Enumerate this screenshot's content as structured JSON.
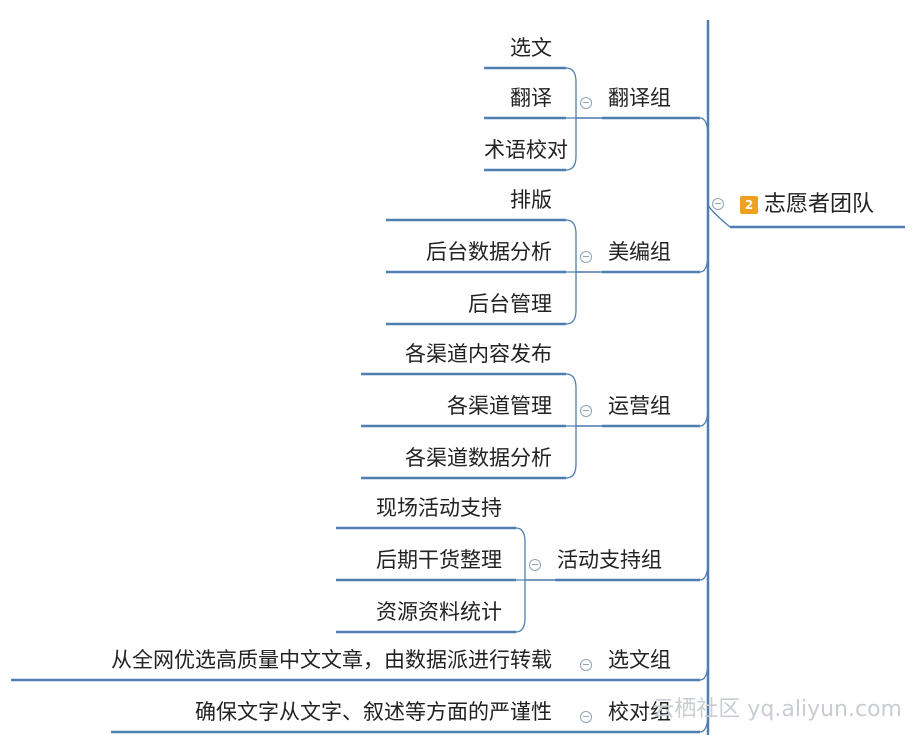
{
  "root": {
    "badge": "2",
    "label": "志愿者团队"
  },
  "groups": [
    {
      "label": "翻译组",
      "items": [
        "选文",
        "翻译",
        "术语校对"
      ]
    },
    {
      "label": "美编组",
      "items": [
        "排版",
        "后台数据分析",
        "后台管理"
      ]
    },
    {
      "label": "运营组",
      "items": [
        "各渠道内容发布",
        "各渠道管理",
        "各渠道数据分析"
      ]
    },
    {
      "label": "活动支持组",
      "items": [
        "现场活动支持",
        "后期干货整理",
        "资源资料统计"
      ]
    },
    {
      "label": "选文组",
      "items": [
        "从全网优选高质量中文文章，由数据派进行转载"
      ]
    },
    {
      "label": "校对组",
      "items": [
        "确保文字从文字、叙述等方面的严谨性"
      ]
    }
  ],
  "watermark": "云栖社区 yq.aliyun.com",
  "colors": {
    "line": "#4f7fb0",
    "text": "#222222",
    "badge": "#f0a020",
    "watermark": "#c9cdd3"
  }
}
